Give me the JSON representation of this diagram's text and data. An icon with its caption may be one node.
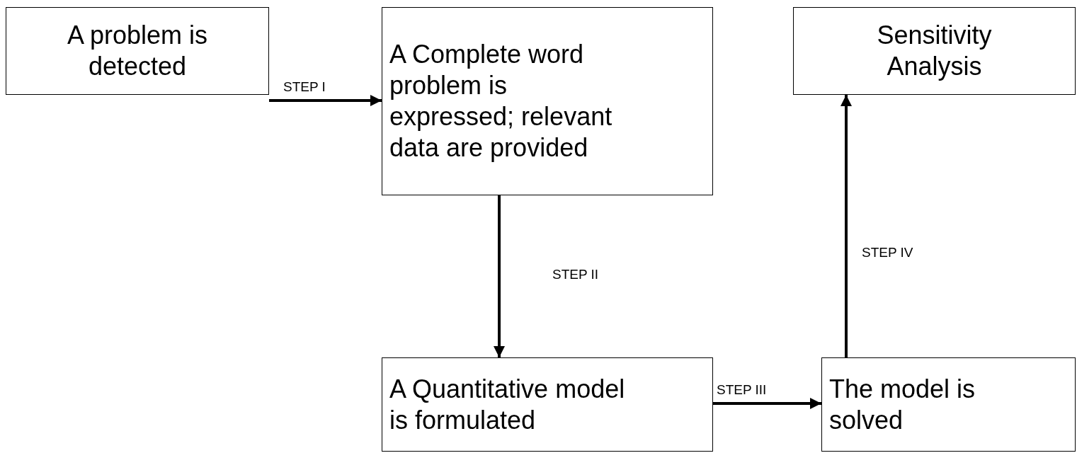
{
  "diagram": {
    "nodes": [
      {
        "text": [
          "A problem is detected"
        ]
      },
      {
        "text": [
          "A Complete word problem is expressed; relevant data are provided"
        ]
      },
      {
        "text": [
          "Sensitivity Analysis"
        ]
      },
      {
        "text": [
          "A Quantitative model is formulated"
        ]
      },
      {
        "text": [
          "The model is solved"
        ]
      }
    ],
    "edges": [
      {
        "from": 0,
        "to": 1,
        "arrow": "to",
        "label": "STEP I"
      },
      {
        "from": 1,
        "to": 3,
        "arrow": "to",
        "label": "STEP II"
      },
      {
        "from": 3,
        "to": 4,
        "arrow": "to",
        "label": "STEP III"
      },
      {
        "from": 4,
        "to": 2,
        "arrow": "to",
        "label": "STEP IV"
      }
    ]
  }
}
